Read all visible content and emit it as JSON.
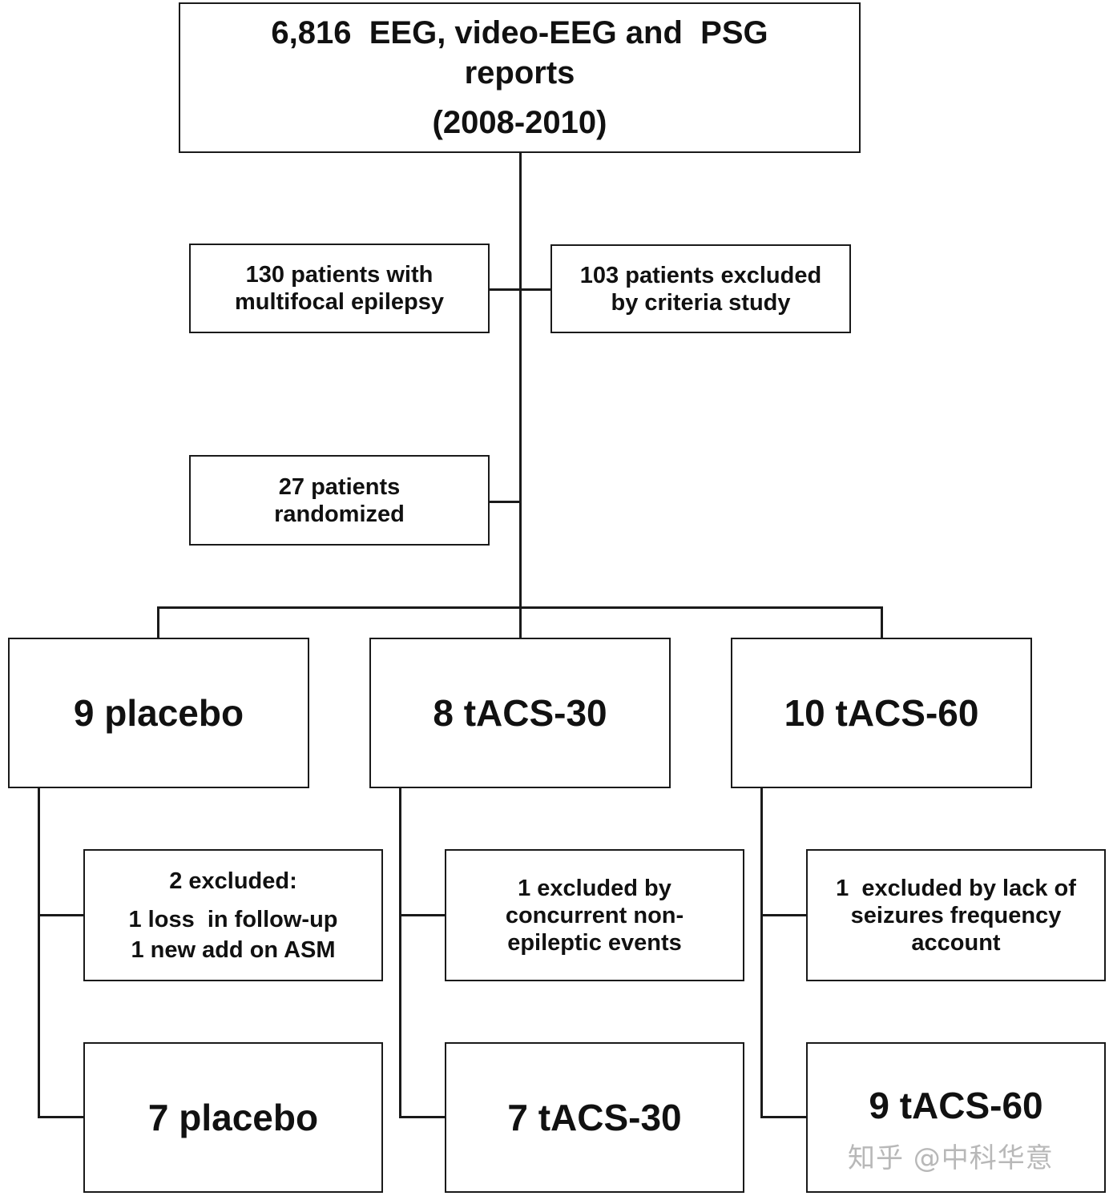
{
  "top": {
    "line1": "6,816  EEG, video-EEG and  PSG",
    "line2": "reports",
    "line3": "(2008-2010)"
  },
  "screening": {
    "included_line1": "130 patients with",
    "included_line2": "multifocal epilepsy",
    "excluded_line1": "103 patients excluded",
    "excluded_line2": "by criteria study"
  },
  "randomized": {
    "line1": "27 patients",
    "line2": "randomized"
  },
  "arms": [
    {
      "label": "9 placebo",
      "excluded_lines": [
        "2 excluded:",
        "1 loss  in follow-up",
        "1 new add on ASM"
      ],
      "final": "7 placebo"
    },
    {
      "label": "8 tACS-30",
      "excluded_lines": [
        "1 excluded by",
        "concurrent non-",
        "epileptic events"
      ],
      "final": "7 tACS-30"
    },
    {
      "label": "10 tACS-60",
      "excluded_lines": [
        "1  excluded by lack of",
        "seizures frequency",
        "account"
      ],
      "final": "9 tACS-60"
    }
  ],
  "watermark": "知乎 @中科华意"
}
